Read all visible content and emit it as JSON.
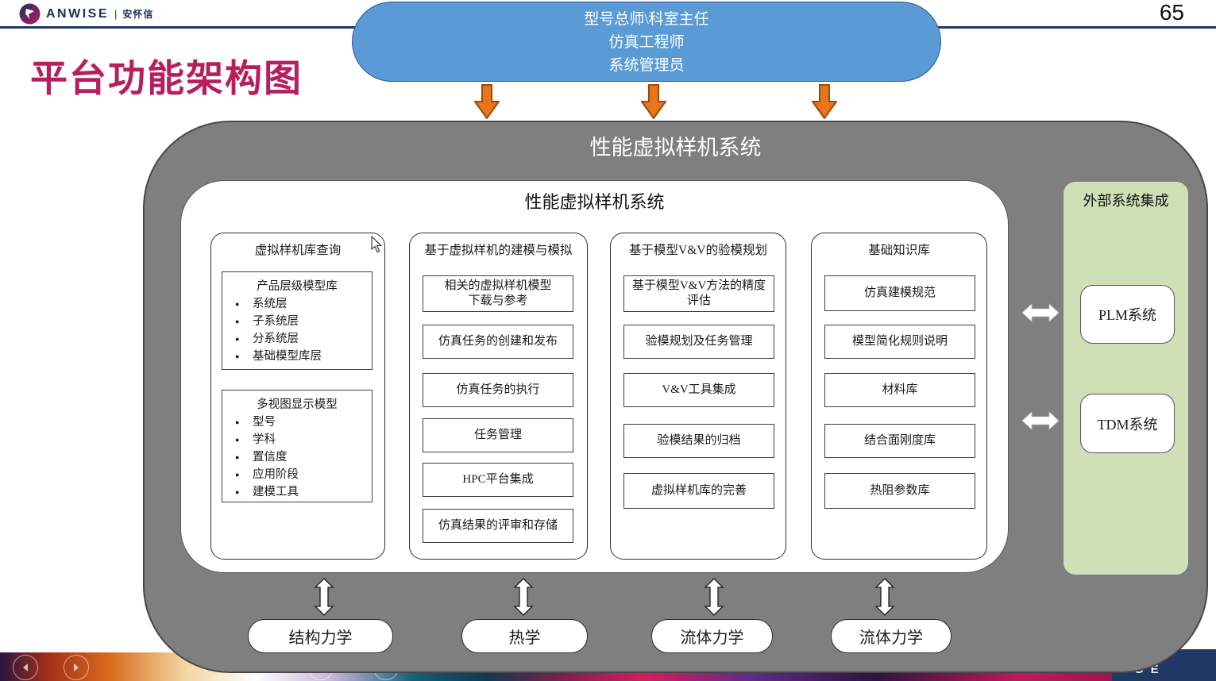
{
  "page": {
    "number": "65"
  },
  "header": {
    "brand": "ANWISE",
    "brand_divider": "|",
    "brand_cn": "安怀信",
    "slide_title": "平台功能架构图"
  },
  "actors": {
    "line1": "型号总师\\科室主任",
    "line2": "仿真工程师",
    "line3": "系统管理员"
  },
  "system": {
    "outer_title": "性能虚拟样机系统",
    "inner_title": "性能虚拟样机系统",
    "columns": [
      {
        "title": "虚拟样机库查询",
        "groups": [
          {
            "title": "产品层级模型库",
            "bullets": [
              "系统层",
              "子系统层",
              "分系统层",
              "基础模型库层"
            ]
          },
          {
            "title": "多视图显示模型",
            "bullets": [
              "型号",
              "学科",
              "置信度",
              "应用阶段",
              "建模工具"
            ]
          }
        ]
      },
      {
        "title": "基于虚拟样机的建模与模拟",
        "items": [
          "相关的虚拟样机模型\n下载与参考",
          "仿真任务的创建和发布",
          "仿真任务的执行",
          "任务管理",
          "HPC平台集成",
          "仿真结果的评审和存储"
        ]
      },
      {
        "title": "基于模型V&V的验模规划",
        "items": [
          "基于模型V&V方法的精度\n评估",
          "验模规划及任务管理",
          "V&V工具集成",
          "验模结果的归档",
          "虚拟样机库的完善"
        ]
      },
      {
        "title": "基础知识库",
        "items": [
          "仿真建模规范",
          "模型简化规则说明",
          "材料库",
          "结合面刚度库",
          "热阻参数库"
        ]
      }
    ]
  },
  "external": {
    "title": "外部系统集成",
    "systems": [
      "PLM系统",
      "TDM系统"
    ]
  },
  "disciplines": [
    "结构力学",
    "热学",
    "流体力学",
    "流体力学"
  ],
  "footer": {
    "partial_logo": "GE"
  },
  "colors": {
    "accent_magenta": "#b71e5e",
    "actor_blue": "#5b9bd5",
    "arrow_orange": "#e8751a",
    "container_gray": "#7f7f7f",
    "panel_green": "#cfe0b6",
    "navy": "#1f3864"
  },
  "icons": {
    "logo": "anwise-logo",
    "cursor": "mouse-pointer",
    "down_arrow": "down-arrow",
    "vertical_arrow": "vertical-double-arrow",
    "horizontal_arrow": "horizontal-double-arrow"
  }
}
